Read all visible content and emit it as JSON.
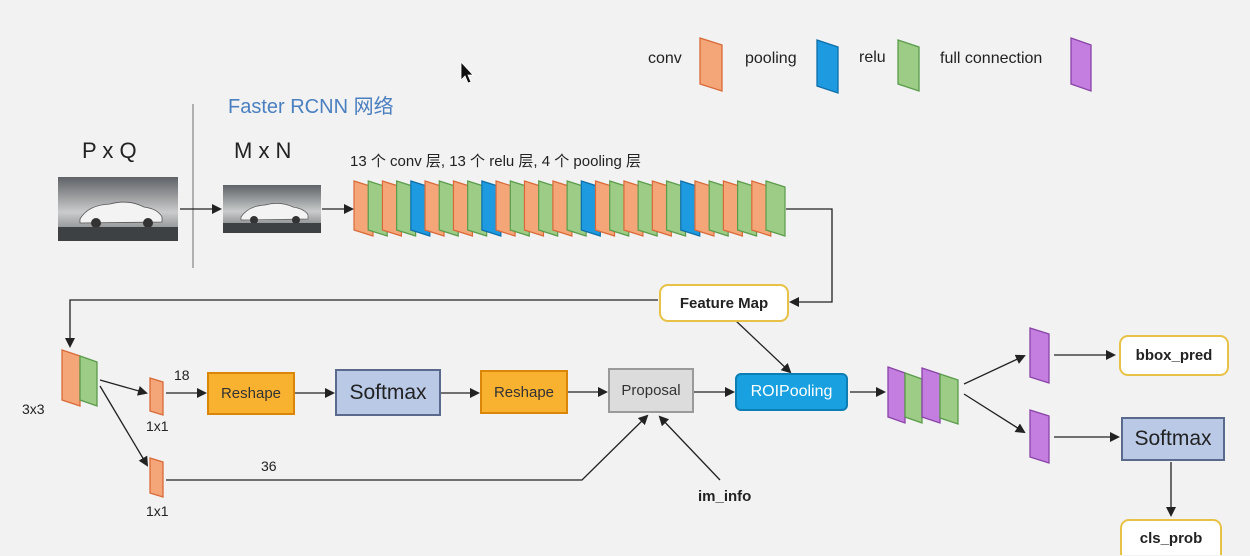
{
  "title": "Faster RCNN 网络",
  "legend": [
    {
      "label": "conv",
      "color": "#f5a679"
    },
    {
      "label": "pooling",
      "color": "#1e9ae0"
    },
    {
      "label": "relu",
      "color": "#9ccc86"
    },
    {
      "label": "full connection",
      "color": "#c47ee0"
    }
  ],
  "labels": {
    "pxq": "P x Q",
    "mxn": "M x N",
    "layers": "13 个 conv 层, 13 个 relu 层, 4 个 pooling 层",
    "feature_map": "Feature Map",
    "k3x3": "3x3",
    "k1x1_top": "1x1",
    "k1x1_bottom": "1x1",
    "n18": "18",
    "n36": "36",
    "reshape1": "Reshape",
    "softmax1": "Softmax",
    "reshape2": "Reshape",
    "proposal": "Proposal",
    "roipooling": "ROIPooling",
    "im_info": "im_info",
    "bbox_pred": "bbox_pred",
    "softmax2": "Softmax",
    "cls_prob": "cls_prob"
  },
  "conv_stack_sequence": [
    "conv",
    "relu",
    "conv",
    "relu",
    "pool",
    "conv",
    "relu",
    "conv",
    "relu",
    "pool",
    "conv",
    "relu",
    "conv",
    "relu",
    "conv",
    "relu",
    "pool",
    "conv",
    "relu",
    "conv",
    "relu",
    "conv",
    "relu",
    "pool",
    "conv",
    "relu",
    "conv",
    "relu",
    "conv",
    "relu"
  ]
}
